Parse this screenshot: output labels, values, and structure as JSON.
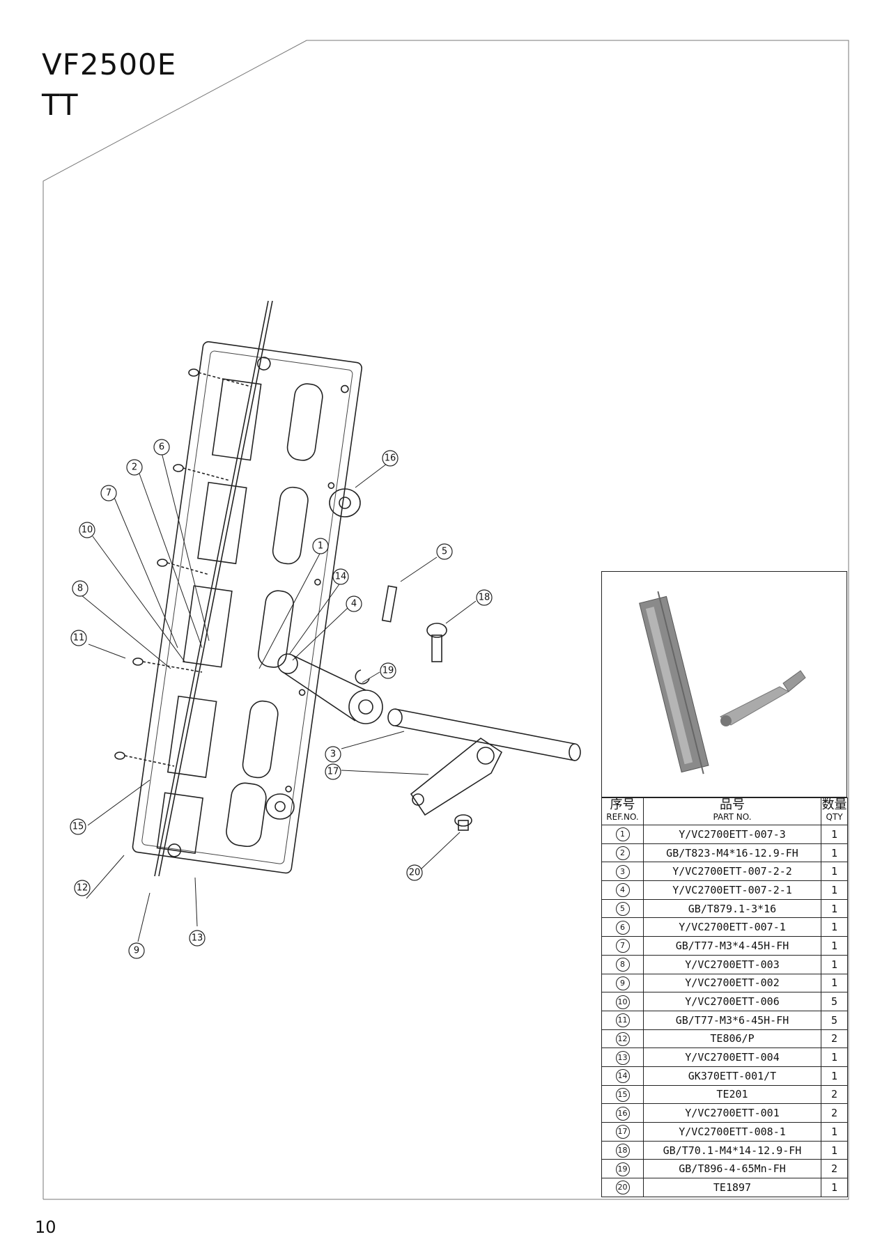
{
  "header": {
    "model": "VF2500E",
    "subtitle": "TT"
  },
  "page_number": "10",
  "table": {
    "headers": {
      "ref_cn": "序号",
      "ref_en": "REF.NO.",
      "part_cn": "品号",
      "part_en": "PART NO.",
      "qty_cn": "数量",
      "qty_en": "QTY"
    },
    "rows": [
      {
        "ref": "1",
        "part": "Y/VC2700ETT-007-3",
        "qty": "1"
      },
      {
        "ref": "2",
        "part": "GB/T823-M4*16-12.9-FH",
        "qty": "1"
      },
      {
        "ref": "3",
        "part": "Y/VC2700ETT-007-2-2",
        "qty": "1"
      },
      {
        "ref": "4",
        "part": "Y/VC2700ETT-007-2-1",
        "qty": "1"
      },
      {
        "ref": "5",
        "part": "GB/T879.1-3*16",
        "qty": "1"
      },
      {
        "ref": "6",
        "part": "Y/VC2700ETT-007-1",
        "qty": "1"
      },
      {
        "ref": "7",
        "part": "GB/T77-M3*4-45H-FH",
        "qty": "1"
      },
      {
        "ref": "8",
        "part": "Y/VC2700ETT-003",
        "qty": "1"
      },
      {
        "ref": "9",
        "part": "Y/VC2700ETT-002",
        "qty": "1"
      },
      {
        "ref": "10",
        "part": "Y/VC2700ETT-006",
        "qty": "5"
      },
      {
        "ref": "11",
        "part": "GB/T77-M3*6-45H-FH",
        "qty": "5"
      },
      {
        "ref": "12",
        "part": "TE806/P",
        "qty": "2"
      },
      {
        "ref": "13",
        "part": "Y/VC2700ETT-004",
        "qty": "1"
      },
      {
        "ref": "14",
        "part": "GK370ETT-001/T",
        "qty": "1"
      },
      {
        "ref": "15",
        "part": "TE201",
        "qty": "2"
      },
      {
        "ref": "16",
        "part": "Y/VC2700ETT-001",
        "qty": "2"
      },
      {
        "ref": "17",
        "part": "Y/VC2700ETT-008-1",
        "qty": "1"
      },
      {
        "ref": "18",
        "part": "GB/T70.1-M4*14-12.9-FH",
        "qty": "1"
      },
      {
        "ref": "19",
        "part": "GB/T896-4-65Mn-FH",
        "qty": "2"
      },
      {
        "ref": "20",
        "part": "TE1897",
        "qty": "1"
      }
    ]
  },
  "callouts": [
    {
      "n": "1"
    },
    {
      "n": "2"
    },
    {
      "n": "3"
    },
    {
      "n": "4"
    },
    {
      "n": "5"
    },
    {
      "n": "6"
    },
    {
      "n": "7"
    },
    {
      "n": "8"
    },
    {
      "n": "9"
    },
    {
      "n": "10"
    },
    {
      "n": "11"
    },
    {
      "n": "12"
    },
    {
      "n": "13"
    },
    {
      "n": "14"
    },
    {
      "n": "15"
    },
    {
      "n": "16"
    },
    {
      "n": "17"
    },
    {
      "n": "18"
    },
    {
      "n": "19"
    },
    {
      "n": "20"
    }
  ]
}
